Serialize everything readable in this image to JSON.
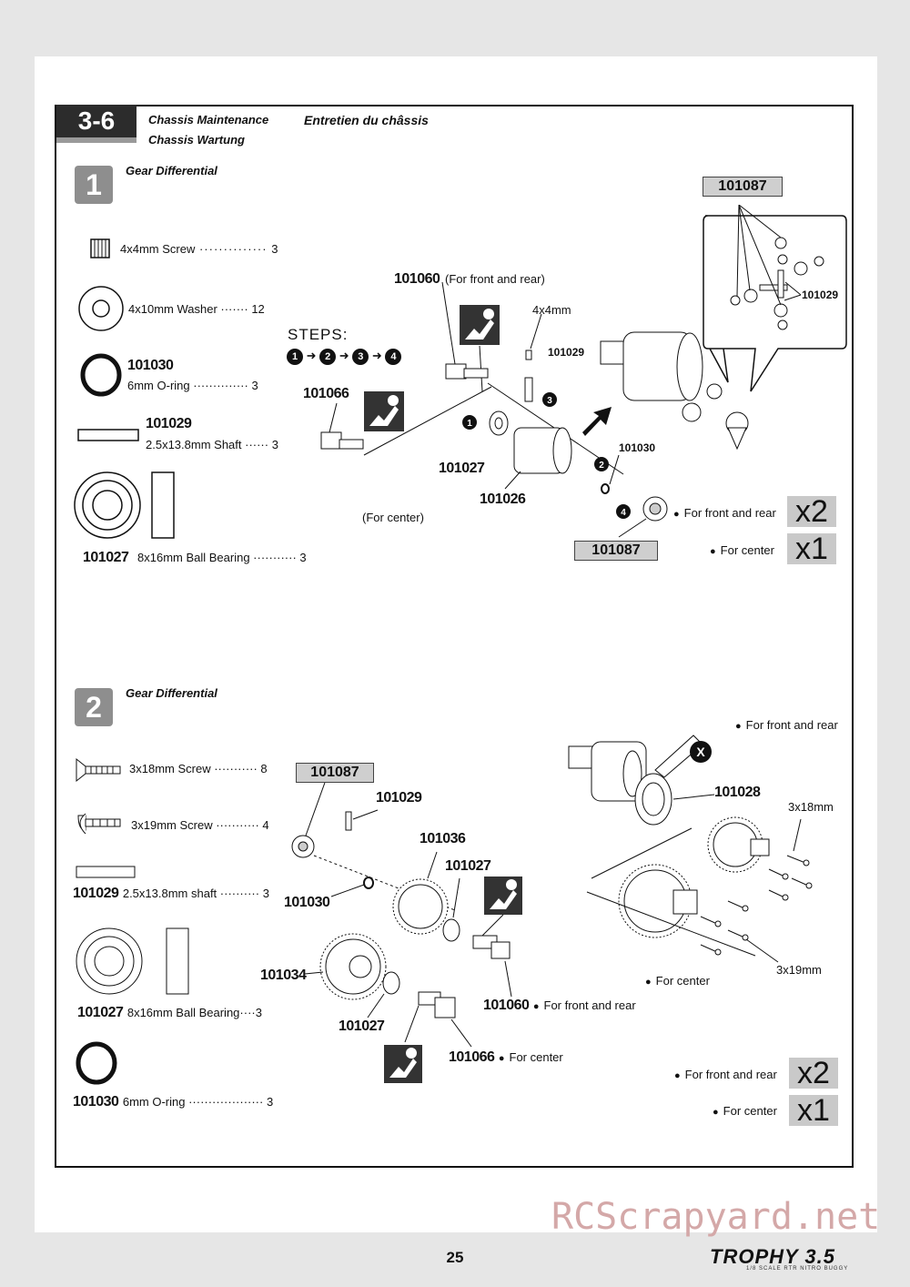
{
  "header": {
    "section_number": "3-6",
    "title_en": "Chassis Maintenance",
    "title_de": "Chassis Wartung",
    "title_fr": "Entretien du châssis"
  },
  "step1": {
    "number": "1",
    "title": "Gear Differential",
    "parts": [
      {
        "code": "",
        "label": "4x4mm  Screw",
        "qty": "3"
      },
      {
        "code": "",
        "label": "4x10mm Washer",
        "qty": "12"
      },
      {
        "code": "101030",
        "label": "6mm O-ring",
        "qty": "3"
      },
      {
        "code": "101029",
        "label": "2.5x13.8mm Shaft",
        "qty": "3"
      },
      {
        "code": "101027",
        "label": "8x16mm Ball Bearing",
        "qty": "3"
      }
    ],
    "steps_label": "STEPS:",
    "steps_seq": [
      "1",
      "2",
      "3",
      "4"
    ],
    "callouts": {
      "p101060": "101060",
      "for_front_rear_paren": "(For front and rear)",
      "p101066": "101066",
      "for_center_paren": "(For center)",
      "screw_4x4": "4x4mm",
      "p101029": "101029",
      "p101027": "101027",
      "p101026": "101026",
      "p101030": "101030",
      "p101087_box": "101087",
      "p101087_top": "101087",
      "p101029_detail": "101029"
    },
    "qty_rows": [
      {
        "label": "For front and rear",
        "mult": "x2"
      },
      {
        "label": "For center",
        "mult": "x1"
      }
    ]
  },
  "step2": {
    "number": "2",
    "title": "Gear Differential",
    "parts": [
      {
        "code": "",
        "label": "3x18mm  Screw",
        "qty": "8"
      },
      {
        "code": "",
        "label": "3x19mm  Screw",
        "qty": "4"
      },
      {
        "code": "101029",
        "label": "2.5x13.8mm  shaft",
        "qty": "3"
      },
      {
        "code": "101027",
        "label": "8x16mm  Ball  Bearing",
        "qty": "3"
      },
      {
        "code": "101030",
        "label": "6mm  O-ring",
        "qty": "3"
      }
    ],
    "callouts": {
      "p101087": "101087",
      "p101029": "101029",
      "p101030": "101030",
      "p101036": "101036",
      "p101027a": "101027",
      "p101034": "101034",
      "p101027b": "101027",
      "p101060": "101060",
      "p101066": "101066",
      "p101028": "101028",
      "screw_3x18": "3x18mm",
      "screw_3x19": "3x19mm",
      "for_front_rear_top": "For front and rear",
      "for_center_mid": "For center",
      "for_front_rear_101060": "For front and rear",
      "for_center_101066": "For center"
    },
    "qty_rows": [
      {
        "label": "For front and rear",
        "mult": "x2"
      },
      {
        "label": "For center",
        "mult": "x1"
      }
    ]
  },
  "footer": {
    "page_number": "25",
    "watermark": "RCScrapyard.net",
    "brand": "TROPHY 3.5",
    "brand_sub": "1/8 SCALE RTR NITRO BUGGY"
  }
}
